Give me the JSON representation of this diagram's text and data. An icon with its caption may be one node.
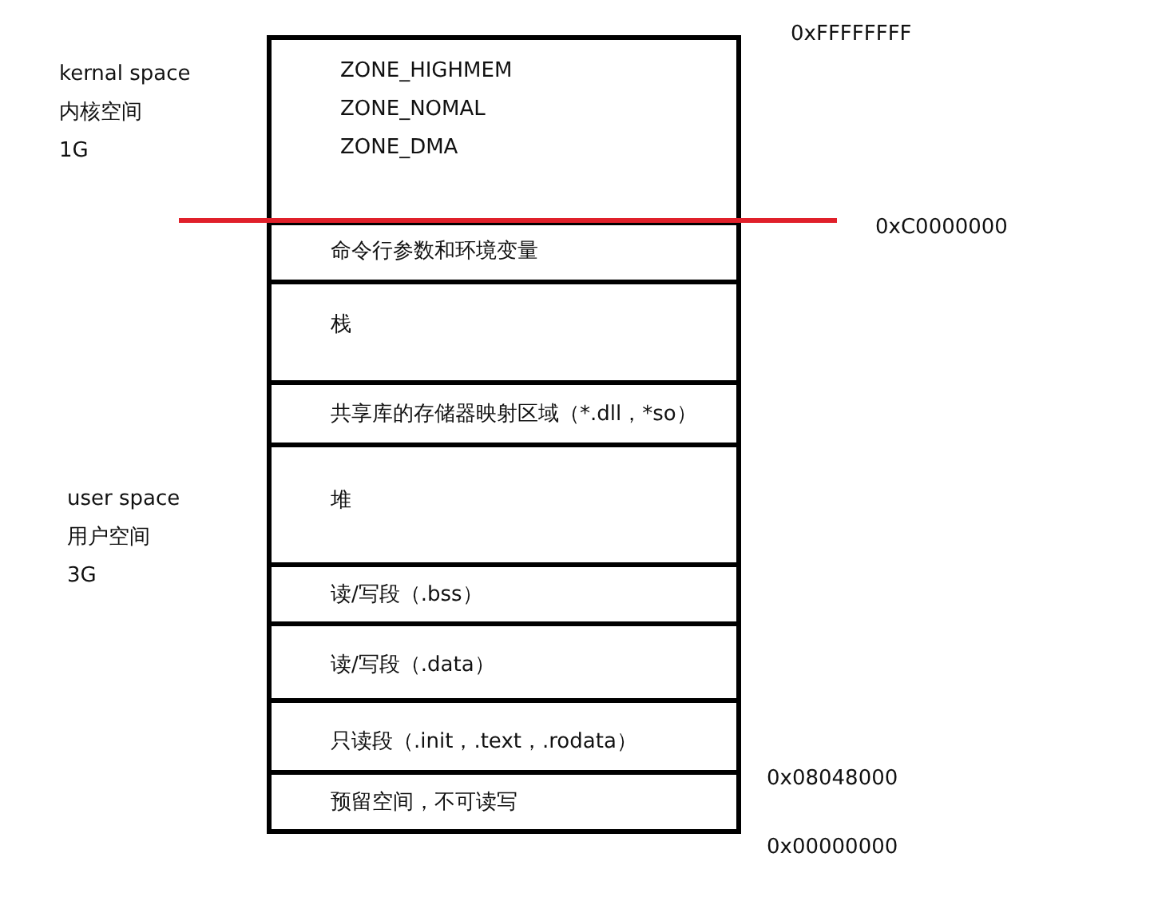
{
  "diagram": {
    "nodes": [
      {
        "text": [
          "ZONE_HIGHMEM",
          "ZONE_NOMAL",
          "ZONE_DMA"
        ]
      },
      {
        "text": [
          "命令行参数和环境变量"
        ]
      },
      {
        "text": [
          "栈"
        ]
      },
      {
        "text": [
          "共享库的存储器映射区域（*.dll，*so）"
        ]
      },
      {
        "text": [
          "堆"
        ]
      },
      {
        "text": [
          "读/写段（.bss）"
        ]
      },
      {
        "text": [
          "读/写段（.data）"
        ]
      },
      {
        "text": [
          "只读段（.init，.text，.rodata）"
        ]
      },
      {
        "text": [
          "预留空间，不可读写"
        ]
      }
    ],
    "labels": [
      "0xFFFFFFFF",
      "kernal space",
      "内核空间",
      "1G",
      "0xC0000000",
      "user space",
      "用户空间",
      "3G",
      "0x08048000",
      "0x00000000"
    ]
  }
}
